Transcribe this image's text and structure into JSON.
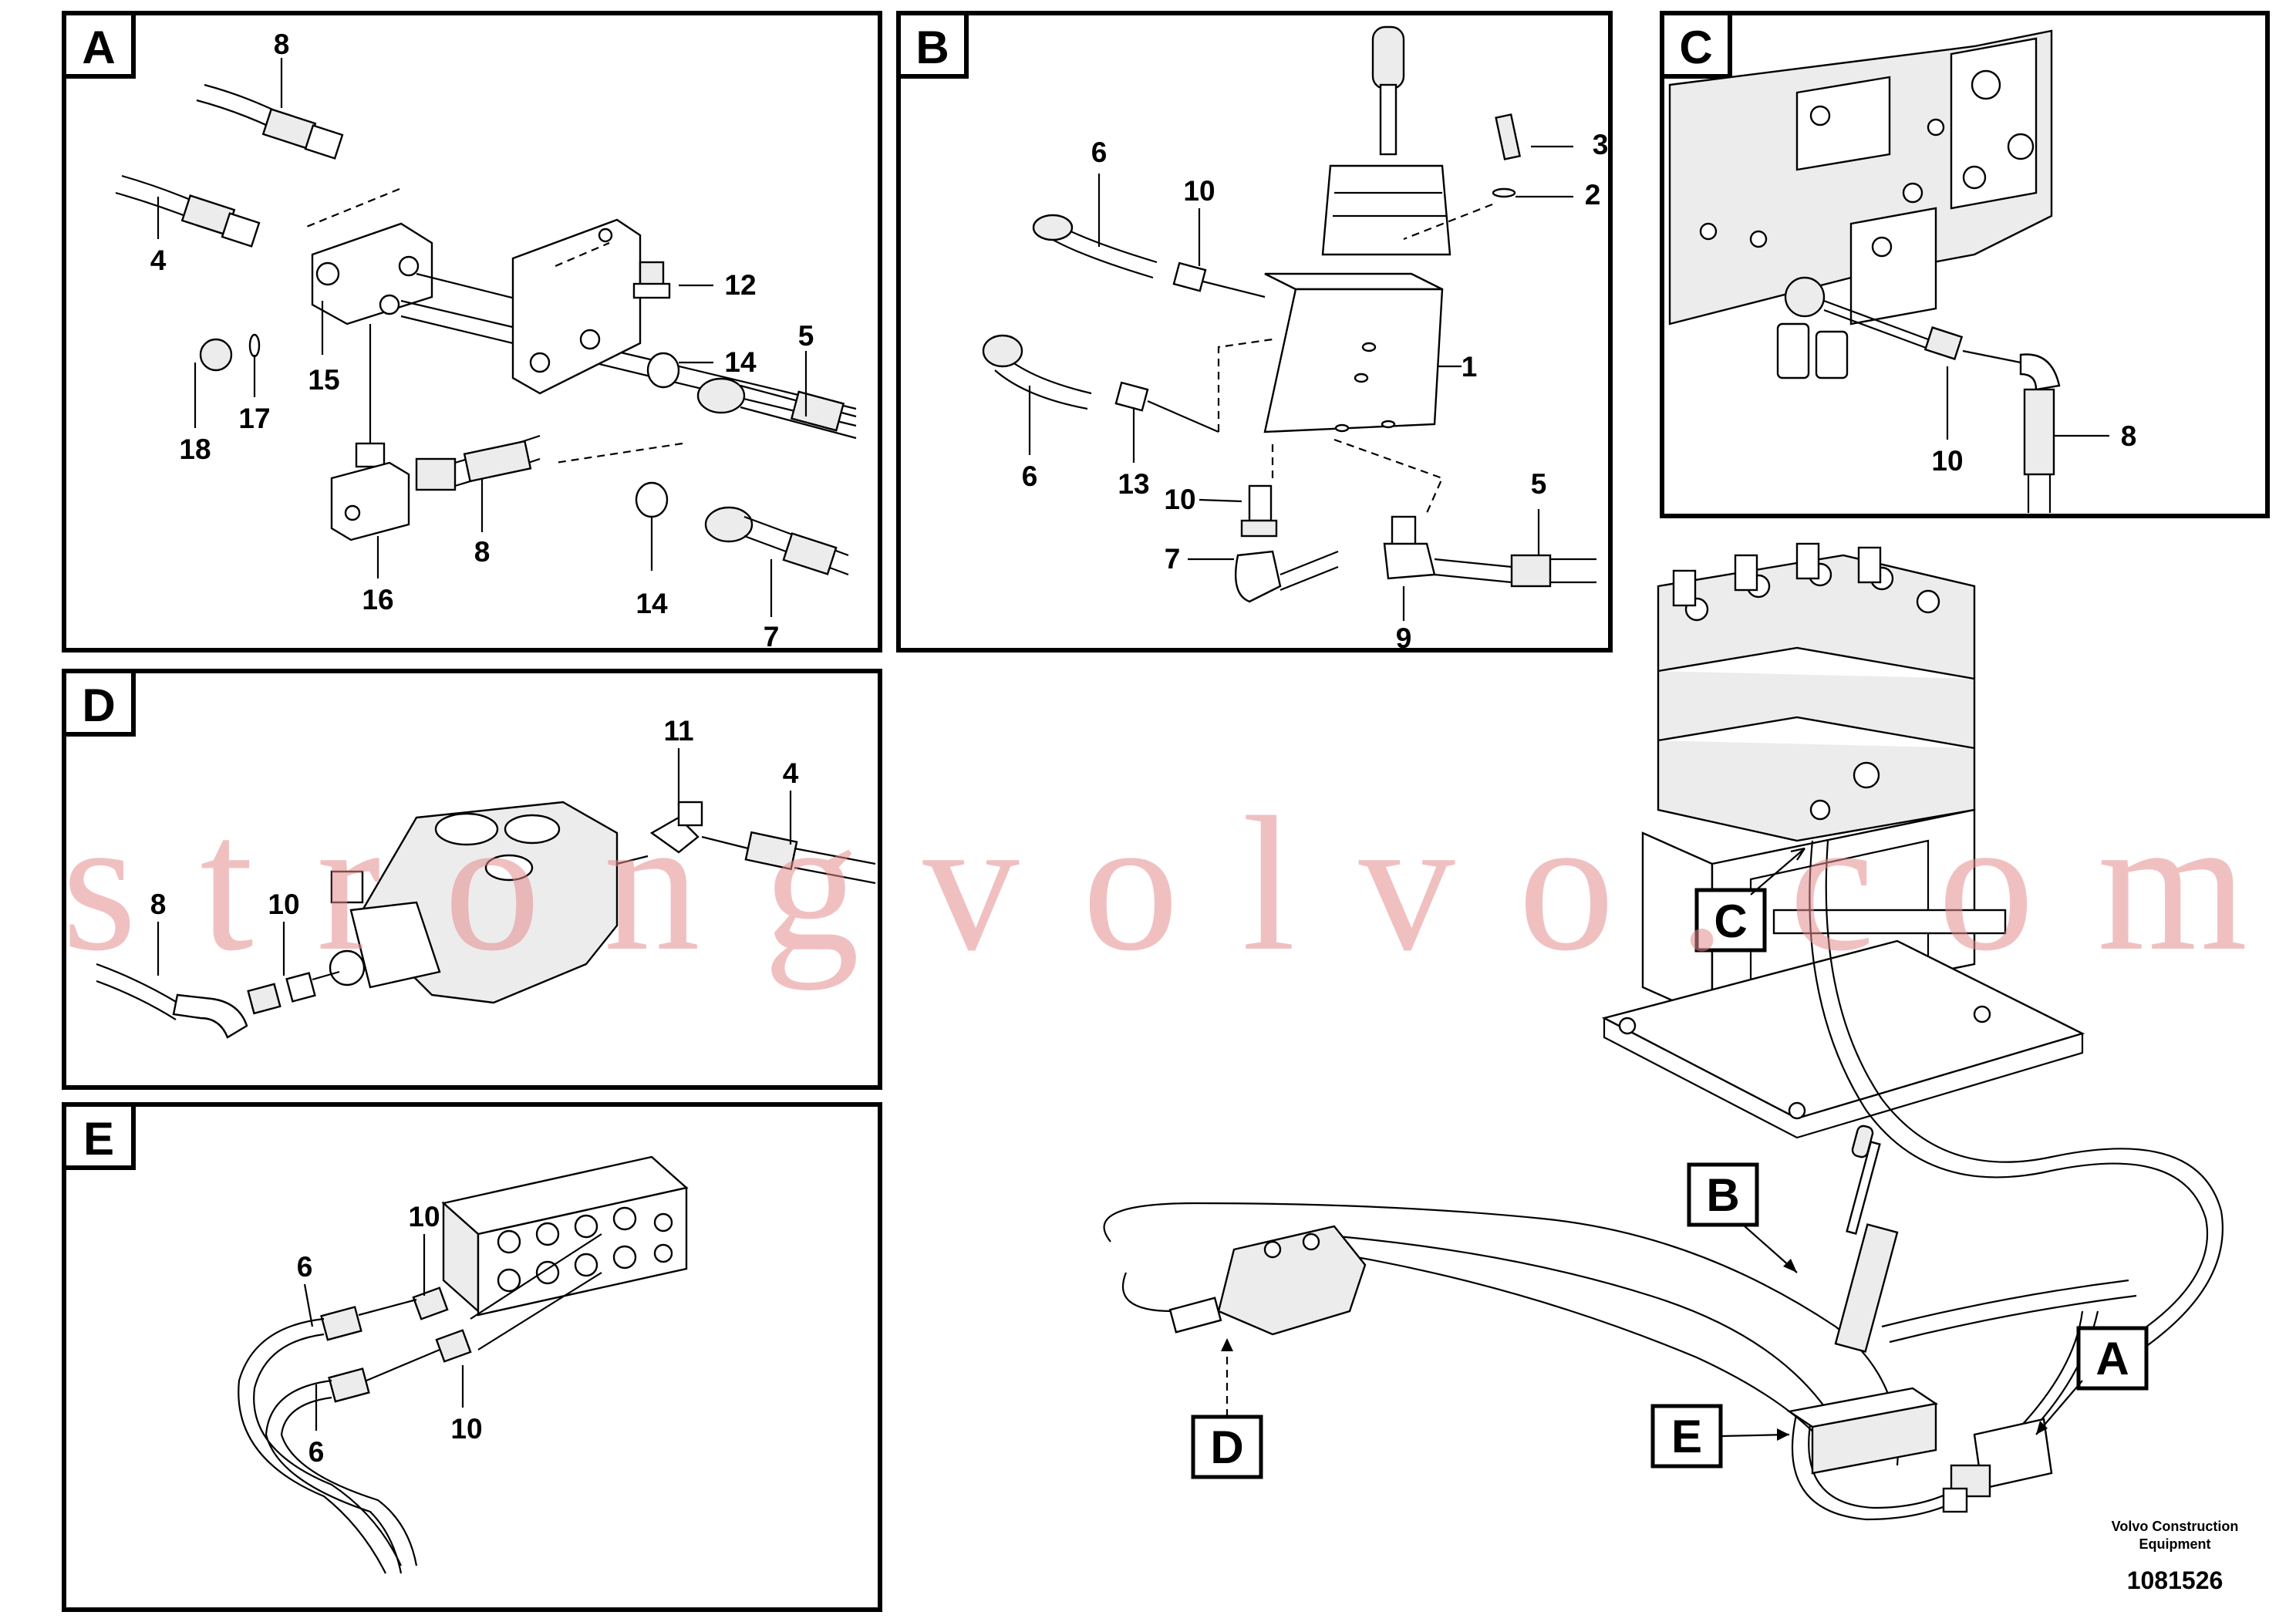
{
  "panels": {
    "A": {
      "label": "A",
      "callouts": [
        "8",
        "4",
        "15",
        "17",
        "18",
        "12",
        "14",
        "5",
        "8",
        "14",
        "7",
        "16"
      ]
    },
    "B": {
      "label": "B",
      "callouts": [
        "3",
        "2",
        "6",
        "10",
        "1",
        "6",
        "13",
        "10",
        "7",
        "5",
        "9"
      ]
    },
    "C": {
      "label": "C",
      "callouts": [
        "10",
        "8"
      ]
    },
    "D": {
      "label": "D",
      "callouts": [
        "11",
        "4",
        "8",
        "10"
      ]
    },
    "E": {
      "label": "E",
      "callouts": [
        "10",
        "6",
        "10",
        "6"
      ]
    }
  },
  "overview_labels": [
    "C",
    "B",
    "A",
    "E",
    "D"
  ],
  "watermark": "strongvolvo.com",
  "footer": {
    "company_line1": "Volvo Construction",
    "company_line2": "Equipment",
    "drawing_number": "1081526"
  }
}
